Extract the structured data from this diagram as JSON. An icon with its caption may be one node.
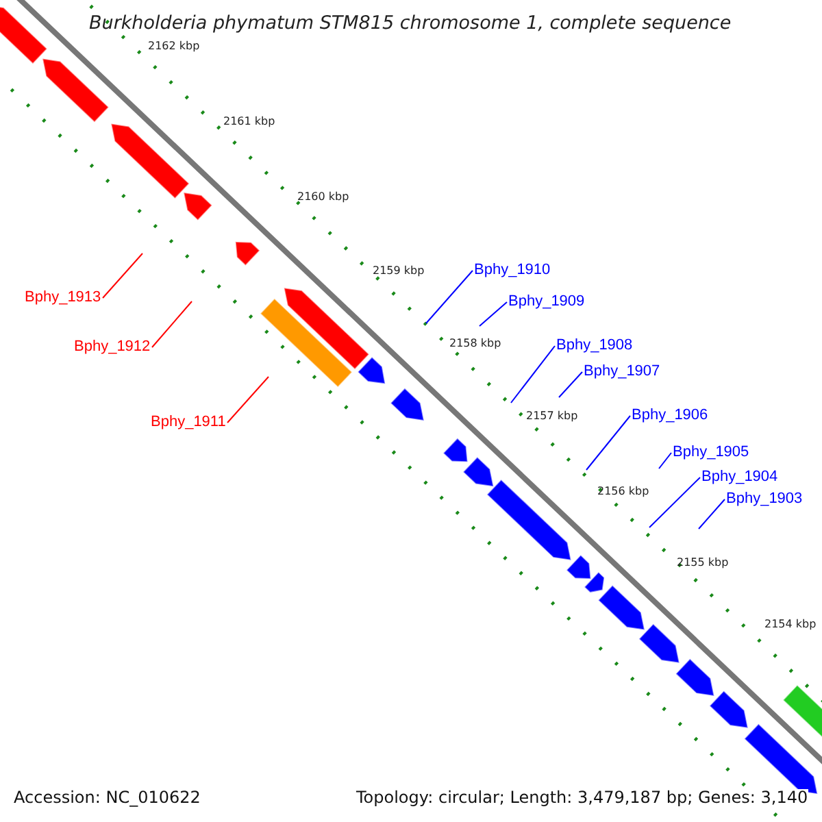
{
  "diagram": {
    "title": "Burkholderia phymatum STM815 chromosome 1, complete sequence",
    "nodes": [
      {
        "text": [
          "Bphy_1913"
        ]
      },
      {
        "text": [
          "Bphy_1912"
        ]
      },
      {
        "text": [
          "Bphy_1911"
        ]
      },
      {
        "text": [
          "Bphy_1910"
        ]
      },
      {
        "text": [
          "Bphy_1909"
        ]
      },
      {
        "text": [
          "Bphy_1908"
        ]
      },
      {
        "text": [
          "Bphy_1907"
        ]
      },
      {
        "text": [
          "Bphy_1906"
        ]
      },
      {
        "text": [
          "Bphy_1905"
        ]
      },
      {
        "text": [
          "Bphy_1904"
        ]
      },
      {
        "text": [
          "Bphy_1903"
        ]
      }
    ],
    "edges": [
      {
        "from": 0,
        "to": null,
        "arrow": "none",
        "color": "#ff0000"
      },
      {
        "from": 1,
        "to": null,
        "arrow": "none",
        "color": "#ff0000"
      },
      {
        "from": 2,
        "to": null,
        "arrow": "none",
        "color": "#ff0000"
      },
      {
        "from": 3,
        "to": null,
        "arrow": "none"
      },
      {
        "from": 4,
        "to": null,
        "arrow": "none"
      },
      {
        "from": 5,
        "to": null,
        "arrow": "none"
      },
      {
        "from": 6,
        "to": null,
        "arrow": "none"
      },
      {
        "from": 7,
        "to": null,
        "arrow": "none"
      },
      {
        "from": 8,
        "to": null,
        "arrow": "none"
      },
      {
        "from": 9,
        "to": null,
        "arrow": "none"
      },
      {
        "from": 10,
        "to": null,
        "arrow": "none"
      }
    ],
    "labels": [
      "2162 kbp",
      "2161 kbp",
      "2160 kbp",
      "2159 kbp",
      "2158 kbp",
      "2157 kbp",
      "2156 kbp",
      "2155 kbp",
      "2154 kbp",
      "Accession: NC_010622",
      "Topology: circular; Length: 3,479,187 bp; Genes: 3,140"
    ]
  }
}
